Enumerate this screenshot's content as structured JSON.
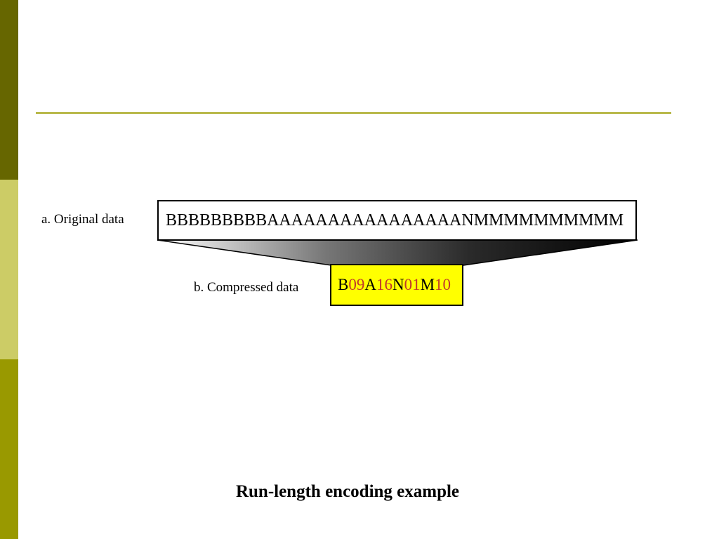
{
  "theme": {
    "bar_top_color": "#666600",
    "bar_mid_color": "#cccc66",
    "bar_bottom_color": "#999900",
    "rule_color": "#a6a61a",
    "highlight_color": "#ffff00",
    "count_color": "#c0392b"
  },
  "diagram": {
    "original_label": "a. Original data",
    "original_value": "BBBBBBBBBAAAAAAAAAAAAAAAANMMMMMMMMMM",
    "compressed_label": "b. Compressed data",
    "compressed_segments": [
      {
        "symbol": "B",
        "count": "09"
      },
      {
        "symbol": "A",
        "count": "16"
      },
      {
        "symbol": "N",
        "count": "01"
      },
      {
        "symbol": "M",
        "count": "10"
      }
    ]
  },
  "caption": "Run-length encoding example"
}
